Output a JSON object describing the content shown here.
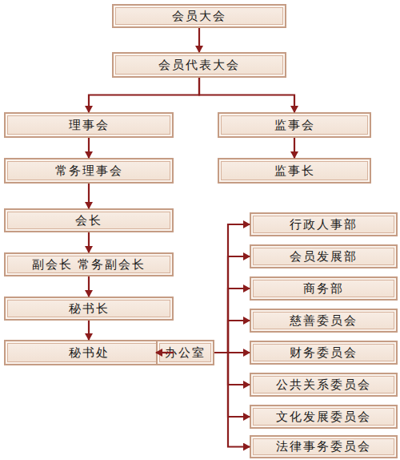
{
  "diagram": {
    "nodes": [
      {
        "text": [
          "会员大会"
        ]
      },
      {
        "text": [
          "会员代表大会"
        ]
      },
      {
        "text": [
          "理事会"
        ]
      },
      {
        "text": [
          "监事会"
        ]
      },
      {
        "text": [
          "常务理事会"
        ]
      },
      {
        "text": [
          "监事长"
        ]
      },
      {
        "text": [
          "会长"
        ]
      },
      {
        "text": [
          "副会长 常务副会长"
        ]
      },
      {
        "text": [
          "秘书长"
        ]
      },
      {
        "text": [
          "秘书处"
        ]
      },
      {
        "text": [
          "办公室"
        ]
      },
      {
        "text": [
          "行政人事部"
        ]
      },
      {
        "text": [
          "会员发展部"
        ]
      },
      {
        "text": [
          "商务部"
        ]
      },
      {
        "text": [
          "慈善委员会"
        ]
      },
      {
        "text": [
          "财务委员会"
        ]
      },
      {
        "text": [
          "公共关系委员会"
        ]
      },
      {
        "text": [
          "文化发展委员会"
        ]
      },
      {
        "text": [
          "法律事务委员会"
        ]
      }
    ],
    "edges": [
      {
        "from": 0,
        "to": 1,
        "arrow": "to"
      },
      {
        "from": 1,
        "to": 2,
        "arrow": "to"
      },
      {
        "from": 1,
        "to": 3,
        "arrow": "to"
      },
      {
        "from": 2,
        "to": 4,
        "arrow": "to"
      },
      {
        "from": 3,
        "to": 5,
        "arrow": "to"
      },
      {
        "from": 4,
        "to": 6,
        "arrow": "to"
      },
      {
        "from": 6,
        "to": 7,
        "arrow": "to"
      },
      {
        "from": 7,
        "to": 8,
        "arrow": "to"
      },
      {
        "from": 8,
        "to": 9,
        "arrow": "to"
      },
      {
        "from": 9,
        "to": 10,
        "arrow": "to"
      },
      {
        "from": 10,
        "to": 11,
        "arrow": "to"
      },
      {
        "from": 10,
        "to": 12,
        "arrow": "to"
      },
      {
        "from": 10,
        "to": 13,
        "arrow": "to"
      },
      {
        "from": 10,
        "to": 14,
        "arrow": "to"
      },
      {
        "from": 10,
        "to": 15,
        "arrow": "to"
      },
      {
        "from": 10,
        "to": 16,
        "arrow": "to"
      },
      {
        "from": 10,
        "to": 17,
        "arrow": "to"
      },
      {
        "from": 10,
        "to": 18,
        "arrow": "to"
      }
    ]
  }
}
